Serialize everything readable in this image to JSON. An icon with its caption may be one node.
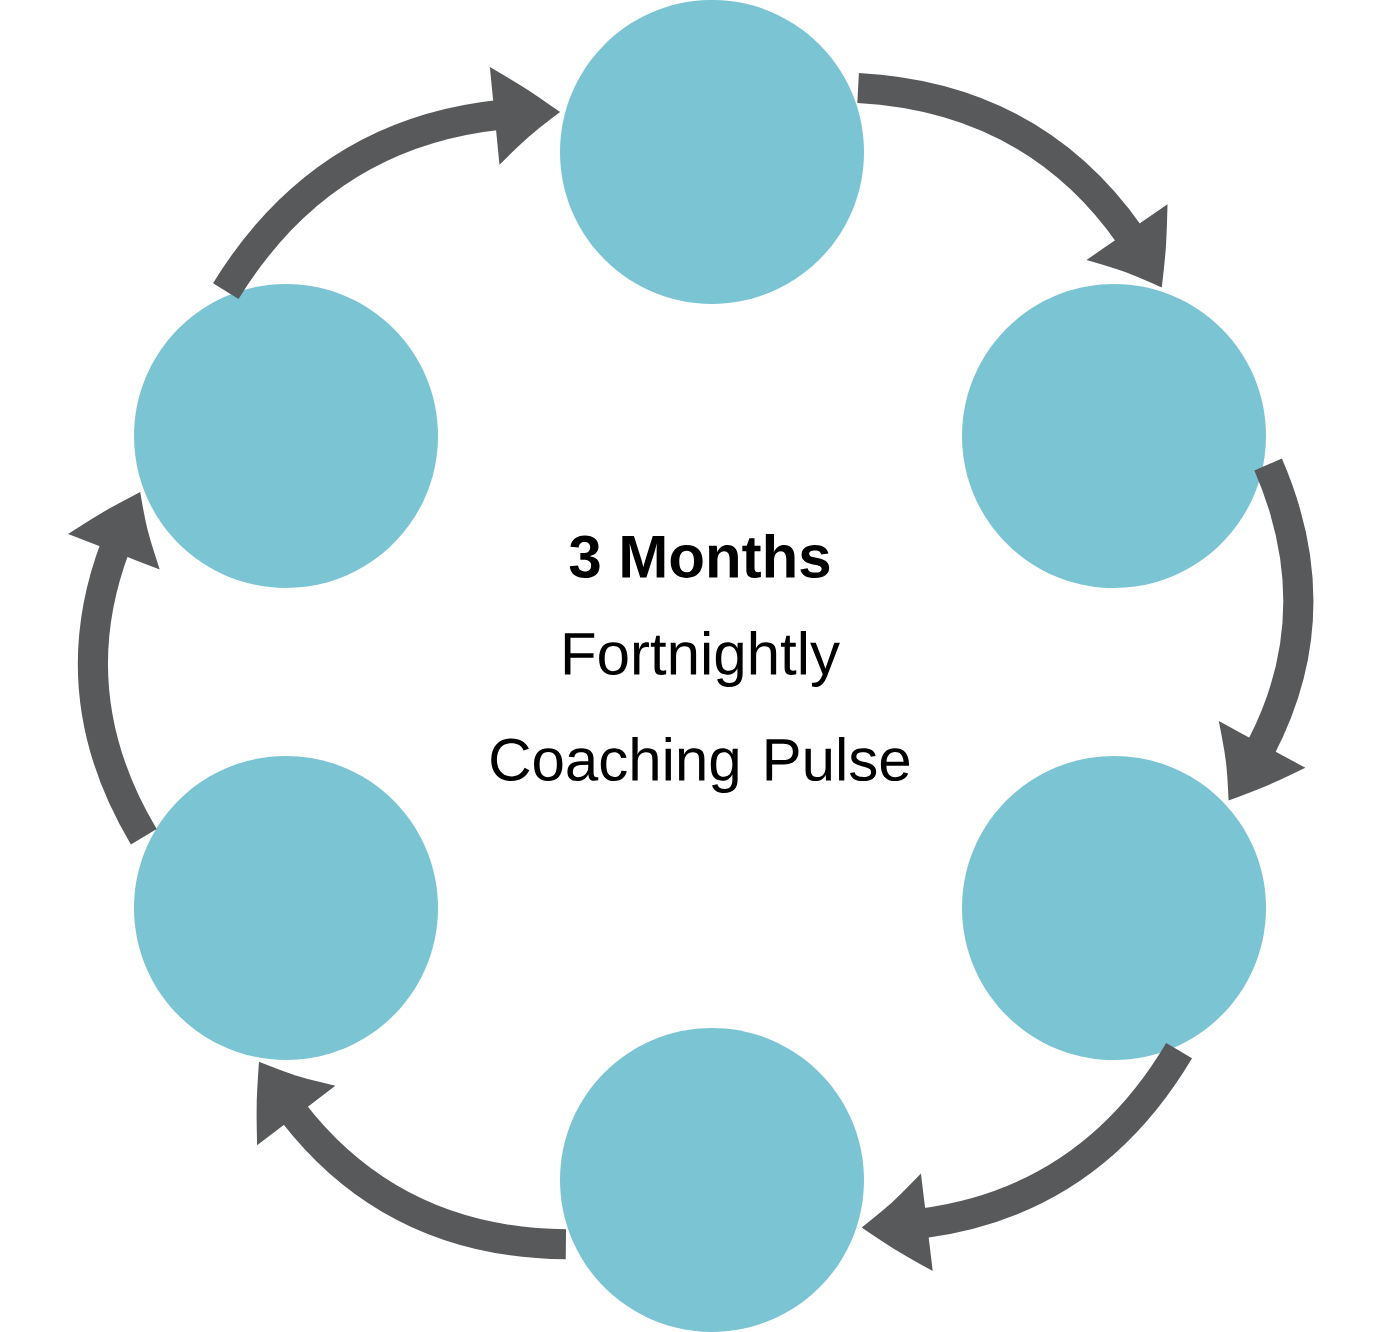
{
  "diagram": {
    "title": "3 Months",
    "nodes": [
      {
        "text": [],
        "shape": "circle"
      },
      {
        "text": [],
        "shape": "circle"
      },
      {
        "text": [],
        "shape": "circle"
      },
      {
        "text": [],
        "shape": "circle"
      },
      {
        "text": [],
        "shape": "circle"
      },
      {
        "text": [],
        "shape": "circle"
      }
    ],
    "edges": [
      {
        "from": 0,
        "to": 2,
        "arrow": "to"
      },
      {
        "from": 2,
        "to": 4,
        "arrow": "to"
      },
      {
        "from": 4,
        "to": 5,
        "arrow": "to"
      },
      {
        "from": 5,
        "to": 3,
        "arrow": "to"
      },
      {
        "from": 3,
        "to": 1,
        "arrow": "to"
      },
      {
        "from": 1,
        "to": 0,
        "arrow": "to"
      }
    ],
    "labels": [
      "Fortnightly Coaching Pulse"
    ]
  }
}
